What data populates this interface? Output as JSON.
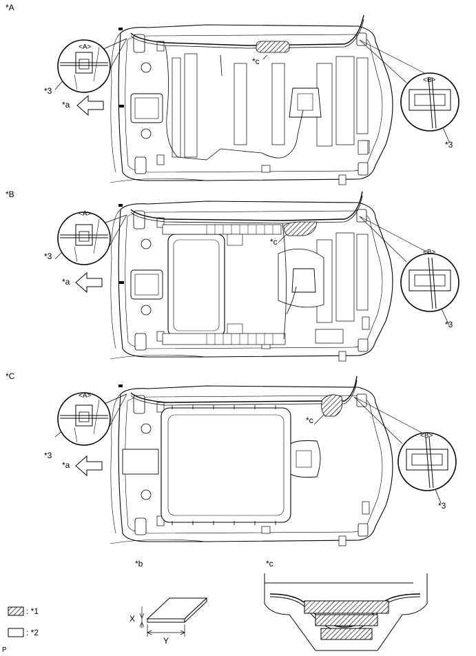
{
  "panels": [
    {
      "id": "A",
      "label": "*A",
      "detail_a": "<A>",
      "detail_b": "<B>",
      "callout_left": "*3",
      "callout_right": "*3",
      "front": "*a",
      "section": "*c"
    },
    {
      "id": "B",
      "label": "*B",
      "detail_a": "<A>",
      "detail_b": "<B>",
      "callout_left": "*3",
      "callout_right": "*3",
      "front": "*a",
      "section": "*c"
    },
    {
      "id": "C",
      "label": "*C",
      "detail_a": "<A>",
      "detail_b": "<B>",
      "callout_left": "*3",
      "callout_right": "*3",
      "front": "*a",
      "section": "*c"
    }
  ],
  "tape_detail": {
    "label": "*b",
    "dim_x": "X",
    "dim_y": "Y"
  },
  "section_detail": {
    "label": "*c"
  },
  "legend": [
    {
      "symbol": "hatched-box",
      "text": ": *1"
    },
    {
      "symbol": "plain-box",
      "text": ": *2"
    }
  ],
  "footer_code": "P",
  "colors": {
    "line": "#000000",
    "shade": "#9a9a9a",
    "bg": "#ffffff"
  }
}
